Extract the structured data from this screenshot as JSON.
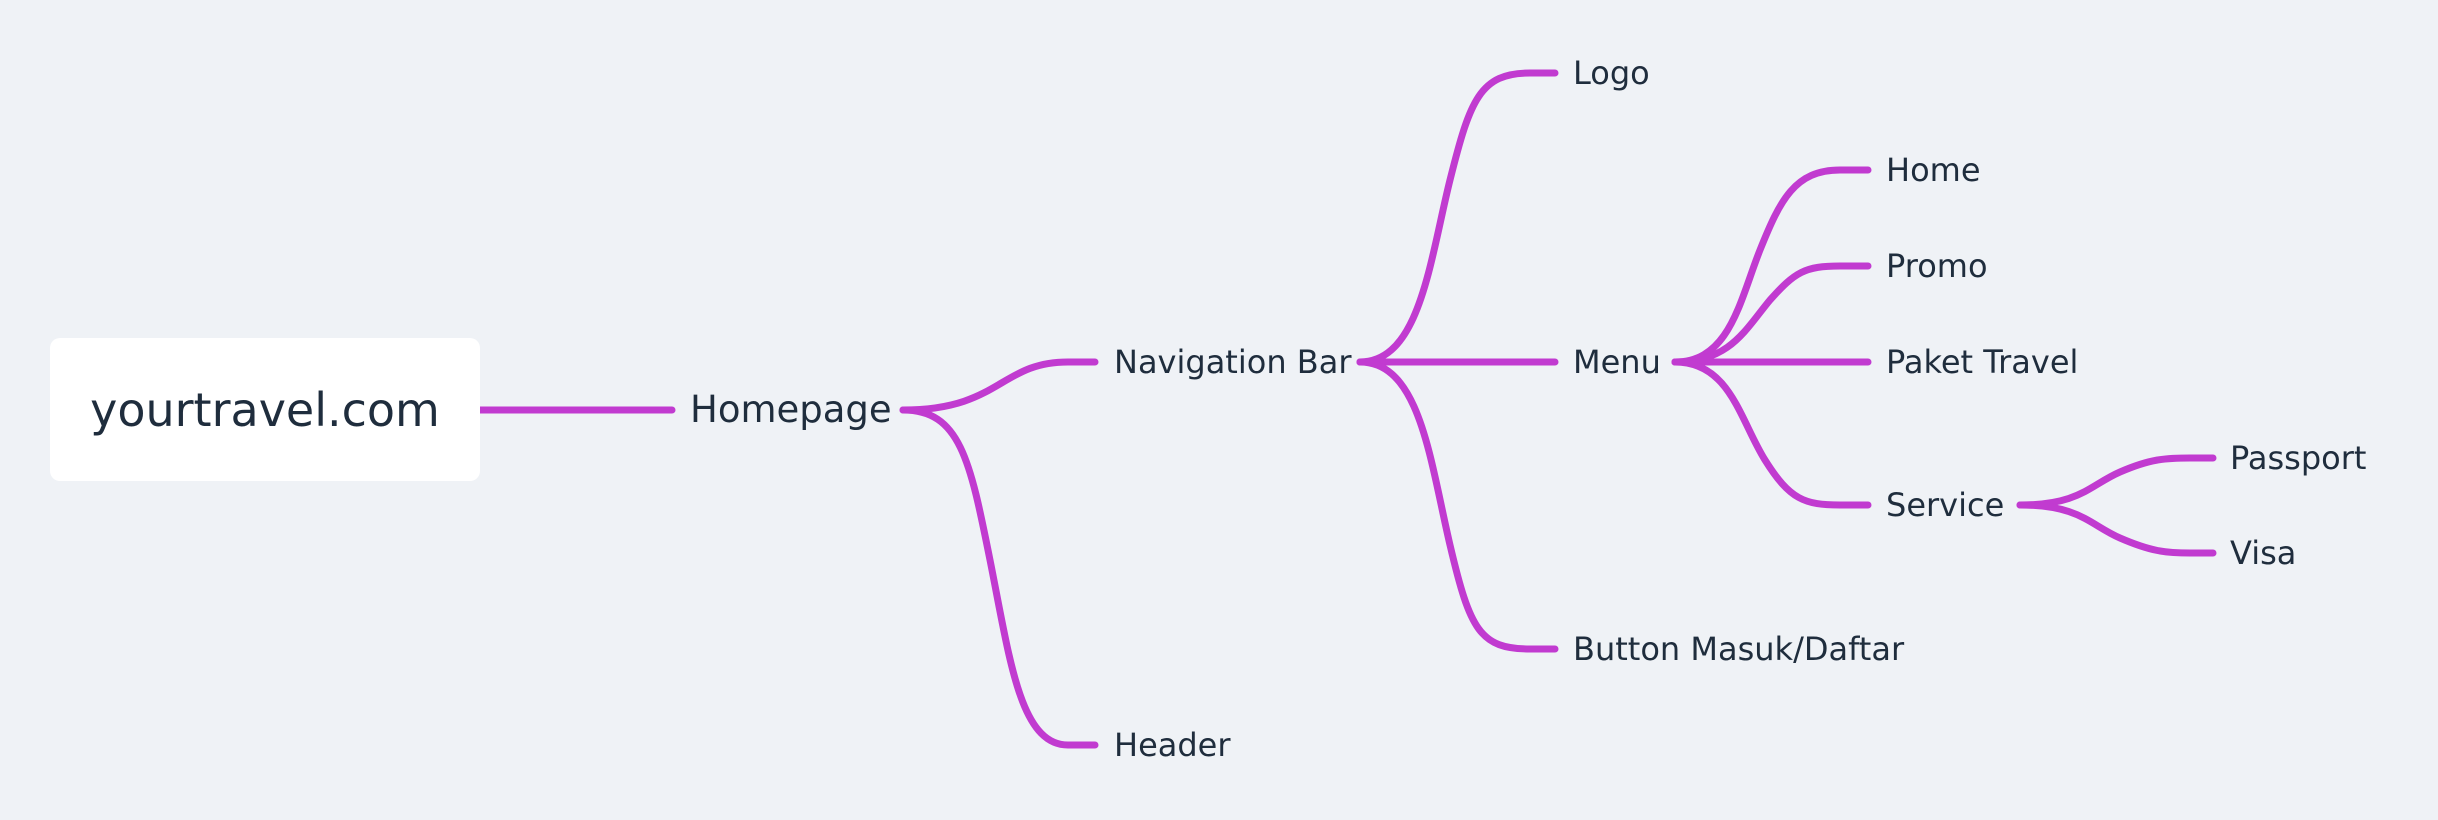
{
  "colors": {
    "background": "#eff2f6",
    "link": "#c13bd0",
    "text": "#1f2d3d",
    "root_box": "#ffffff"
  },
  "root": {
    "label": "yourtravel.com"
  },
  "nodes": {
    "homepage": "Homepage",
    "navigation_bar": "Navigation Bar",
    "header": "Header",
    "logo": "Logo",
    "menu": "Menu",
    "button_masuk_daftar": "Button Masuk/Daftar",
    "home": "Home",
    "promo": "Promo",
    "paket_travel": "Paket Travel",
    "service": "Service",
    "passport": "Passport",
    "visa": "Visa"
  }
}
